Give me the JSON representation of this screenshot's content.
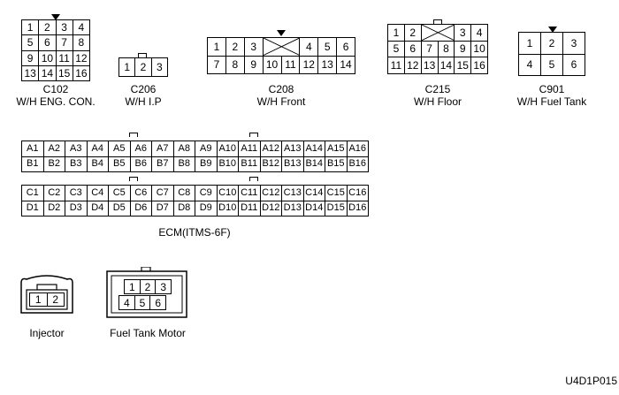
{
  "connectors": {
    "c102": {
      "code": "C102",
      "desc": "W/H ENG. CON.",
      "pins": [
        "1",
        "2",
        "3",
        "4",
        "5",
        "6",
        "7",
        "8",
        "9",
        "10",
        "11",
        "12",
        "13",
        "14",
        "15",
        "16"
      ]
    },
    "c206": {
      "code": "C206",
      "desc": "W/H I.P",
      "pins": [
        "1",
        "2",
        "3"
      ]
    },
    "c208": {
      "code": "C208",
      "desc": "W/H Front",
      "row1": [
        "1",
        "2",
        "3",
        "4",
        "5",
        "6"
      ],
      "row2": [
        "7",
        "8",
        "9",
        "10",
        "11",
        "12",
        "13",
        "14"
      ]
    },
    "c215": {
      "code": "C215",
      "desc": "W/H Floor",
      "row1": [
        "1",
        "2",
        "3",
        "4"
      ],
      "row2": [
        "5",
        "6",
        "7",
        "8",
        "9",
        "10"
      ],
      "row3": [
        "11",
        "12",
        "13",
        "14",
        "15",
        "16"
      ]
    },
    "c901": {
      "code": "C901",
      "desc": "W/H Fuel Tank",
      "pins": [
        "1",
        "2",
        "3",
        "4",
        "5",
        "6"
      ]
    },
    "ecm": {
      "name": "ECM(ITMS-6F)",
      "rowA": [
        "A1",
        "A2",
        "A3",
        "A4",
        "A5",
        "A6",
        "A7",
        "A8",
        "A9",
        "A10",
        "A11",
        "A12",
        "A13",
        "A14",
        "A15",
        "A16"
      ],
      "rowB": [
        "B1",
        "B2",
        "B3",
        "B4",
        "B5",
        "B6",
        "B7",
        "B8",
        "B9",
        "B10",
        "B11",
        "B12",
        "B13",
        "B14",
        "B15",
        "B16"
      ],
      "rowC": [
        "C1",
        "C2",
        "C3",
        "C4",
        "C5",
        "C6",
        "C7",
        "C8",
        "C9",
        "C10",
        "C11",
        "C12",
        "C13",
        "C14",
        "C15",
        "C16"
      ],
      "rowD": [
        "D1",
        "D2",
        "D3",
        "D4",
        "D5",
        "D6",
        "D7",
        "D8",
        "D9",
        "D10",
        "D11",
        "D12",
        "D13",
        "D14",
        "D15",
        "D16"
      ]
    },
    "injector": {
      "name": "Injector",
      "pins": [
        "1",
        "2"
      ]
    },
    "fuel_motor": {
      "name": "Fuel Tank Motor",
      "row1": [
        "1",
        "2",
        "3"
      ],
      "row2": [
        "4",
        "5",
        "6"
      ]
    }
  },
  "figure_code": "U4D1P015"
}
